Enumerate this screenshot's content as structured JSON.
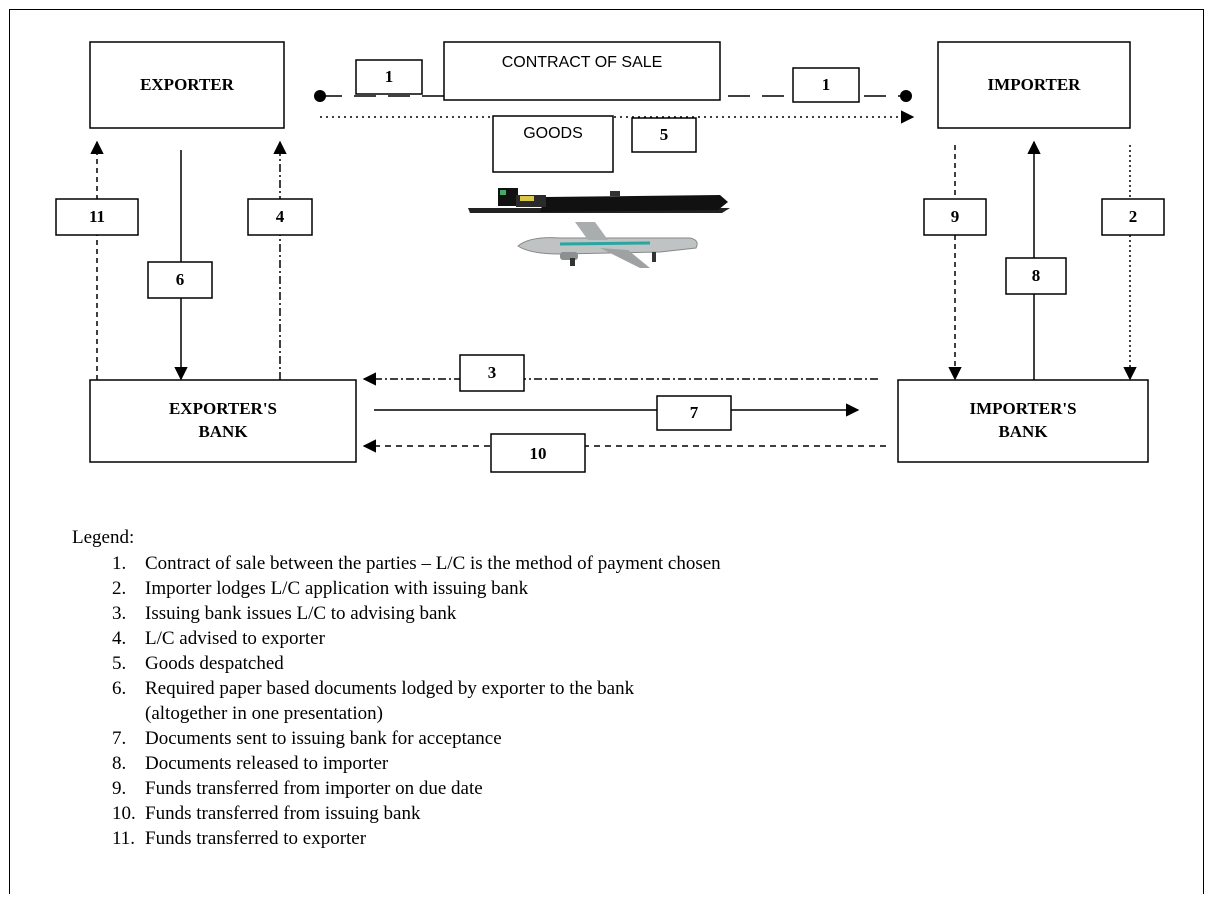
{
  "nodes": {
    "exporter": "EXPORTER",
    "importer": "IMPORTER",
    "exporter_bank_l1": "EXPORTER'S",
    "exporter_bank_l2": "BANK",
    "importer_bank_l1": "IMPORTER'S",
    "importer_bank_l2": "BANK",
    "contract": "CONTRACT OF SALE",
    "goods": "GOODS"
  },
  "step_labels": {
    "s1a": "1",
    "s1b": "1",
    "s2": "2",
    "s3": "3",
    "s4": "4",
    "s5": "5",
    "s6": "6",
    "s7": "7",
    "s8": "8",
    "s9": "9",
    "s10": "10",
    "s11": "11"
  },
  "icons": [
    "ship-icon",
    "airplane-icon"
  ],
  "legend": {
    "title": "Legend:",
    "items": [
      {
        "num": "1.",
        "text": "Contract of sale between the parties – L/C is the method of payment chosen"
      },
      {
        "num": "2.",
        "text": "Importer lodges L/C application with issuing bank"
      },
      {
        "num": "3.",
        "text": "Issuing bank issues L/C to advising bank"
      },
      {
        "num": "4.",
        "text": "L/C advised to exporter"
      },
      {
        "num": "5.",
        "text": "Goods despatched"
      },
      {
        "num": "6.",
        "text": "Required paper based documents lodged by exporter to the bank",
        "cont": "(altogether in one presentation)"
      },
      {
        "num": "7.",
        "text": "Documents sent to issuing bank for acceptance"
      },
      {
        "num": "8.",
        "text": "Documents released to importer"
      },
      {
        "num": "9.",
        "text": "Funds transferred from importer on due date"
      },
      {
        "num": "10.",
        "text": "Funds transferred from issuing bank"
      },
      {
        "num": "11.",
        "text": "Funds transferred to exporter"
      }
    ]
  }
}
